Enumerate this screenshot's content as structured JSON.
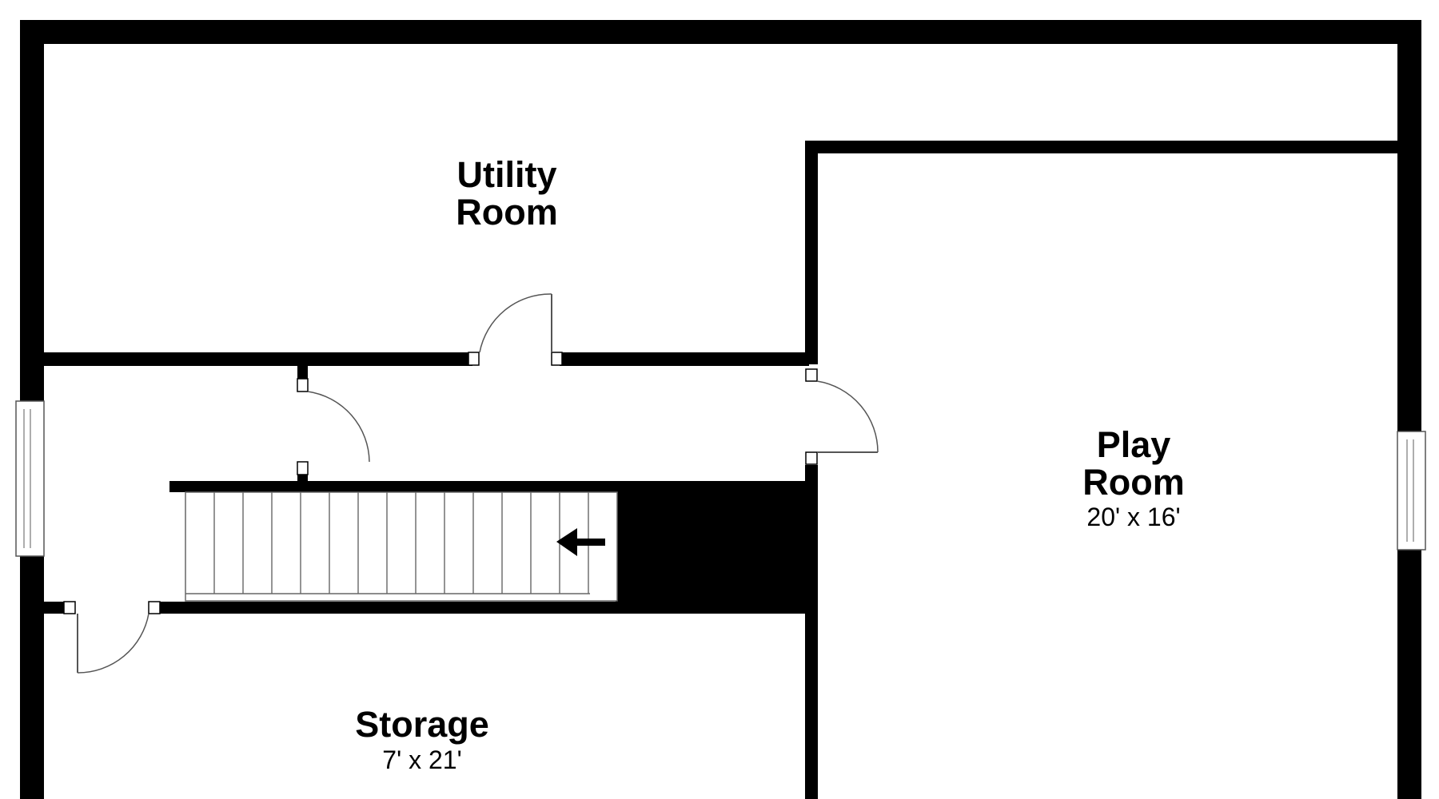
{
  "rooms": {
    "utility": {
      "line1": "Utility",
      "line2": "Room"
    },
    "play": {
      "line1": "Play",
      "line2": "Room",
      "dimensions": "20' x 16'"
    },
    "storage": {
      "name": "Storage",
      "dimensions": "7' x 21'"
    }
  },
  "stairs": {
    "tread_count": 14,
    "arrow_direction": "left"
  },
  "colors": {
    "wall": "#000000",
    "background": "#ffffff",
    "fixture_line": "#555555"
  }
}
